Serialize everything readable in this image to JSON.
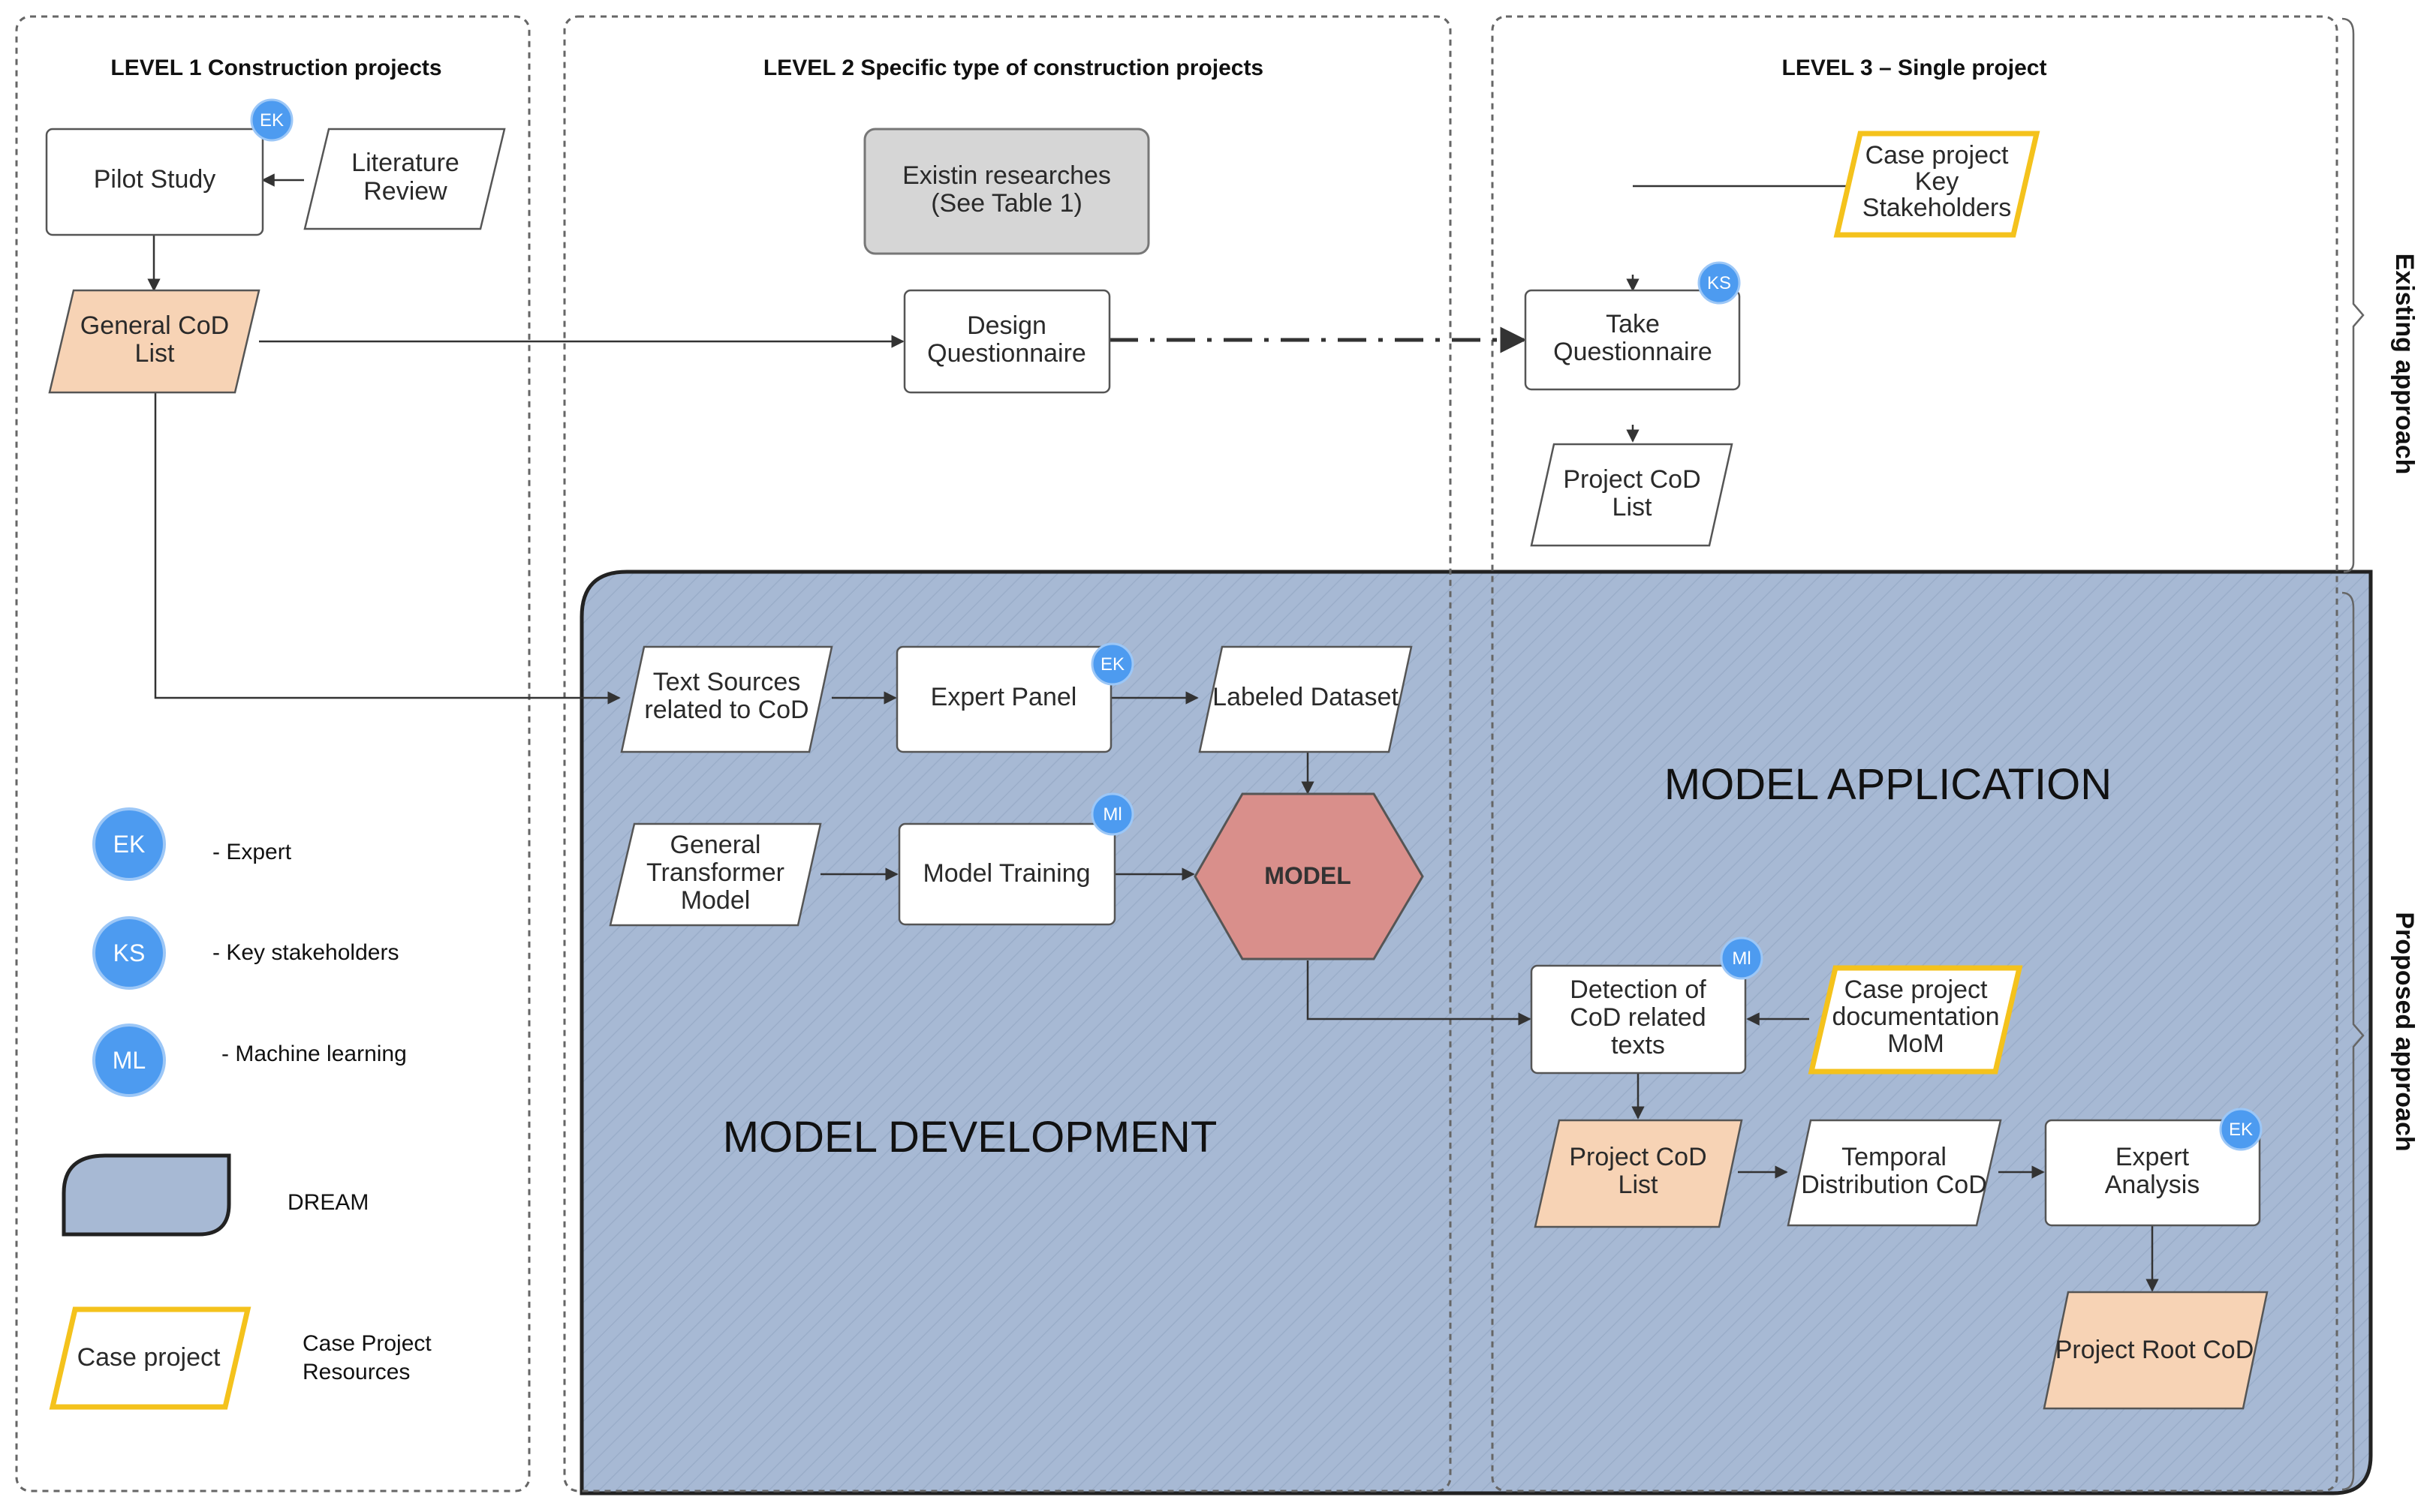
{
  "levels": {
    "level1": "LEVEL 1 Construction projects",
    "level2": "LEVEL 2 Specific type of construction projects",
    "level3": "LEVEL 3 – Single project"
  },
  "side_labels": {
    "existing": "Existing approach",
    "proposed": "Proposed approach"
  },
  "regions": {
    "development": "MODEL DEVELOPMENT",
    "application": "MODEL APPLICATION"
  },
  "nodes": {
    "pilot_study": "Pilot Study",
    "literature_review": [
      "Literature",
      "Review"
    ],
    "general_cod_list": [
      "General CoD",
      "List"
    ],
    "existing_researches": [
      "Existin researches",
      "(See Table 1)"
    ],
    "design_questionnaire": [
      "Design",
      "Questionnaire"
    ],
    "case_key_stakeholders": [
      "Case project",
      "Key",
      "Stakeholders"
    ],
    "take_questionnaire": [
      "Take",
      "Questionnaire"
    ],
    "project_cod_list_existing": [
      "Project CoD",
      "List"
    ],
    "text_sources": [
      "Text Sources",
      "related to CoD"
    ],
    "expert_panel": "Expert Panel",
    "labeled_dataset": "Labeled Dataset",
    "general_transformer": [
      "General",
      "Transformer",
      "Model"
    ],
    "model_training": "Model Training",
    "model": "MODEL",
    "detection": [
      "Detection of",
      "CoD related",
      "texts"
    ],
    "case_documentation": [
      "Case project",
      "documentation",
      "MoM"
    ],
    "project_cod_list_proposed": [
      "Project CoD",
      "List"
    ],
    "temporal_distribution": [
      "Temporal",
      "Distribution CoD"
    ],
    "expert_analysis": [
      "Expert",
      "Analysis"
    ],
    "project_root_cod": "Project Root CoD"
  },
  "badges": {
    "expert": "EK",
    "stakeholders": "KS",
    "machine_learning": "Ml"
  },
  "legend": {
    "ek_badge": "EK",
    "ek_label": "- Expert",
    "ks_badge": "KS",
    "ks_label": "- Key stakeholders",
    "ml_badge": "ML",
    "ml_label": "- Machine learning",
    "dream_label": "DREAM",
    "case_project_shape": "Case project",
    "case_resources": [
      "Case Project",
      "Resources"
    ]
  },
  "colors": {
    "dream_fill": "#a7b9d4",
    "orange_fill": "#f7d3b5",
    "badge_blue": "#4d9bf0",
    "model_fill": "#d98f8b",
    "case_border": "#f4c21c",
    "gray_fill": "#d6d6d6"
  }
}
